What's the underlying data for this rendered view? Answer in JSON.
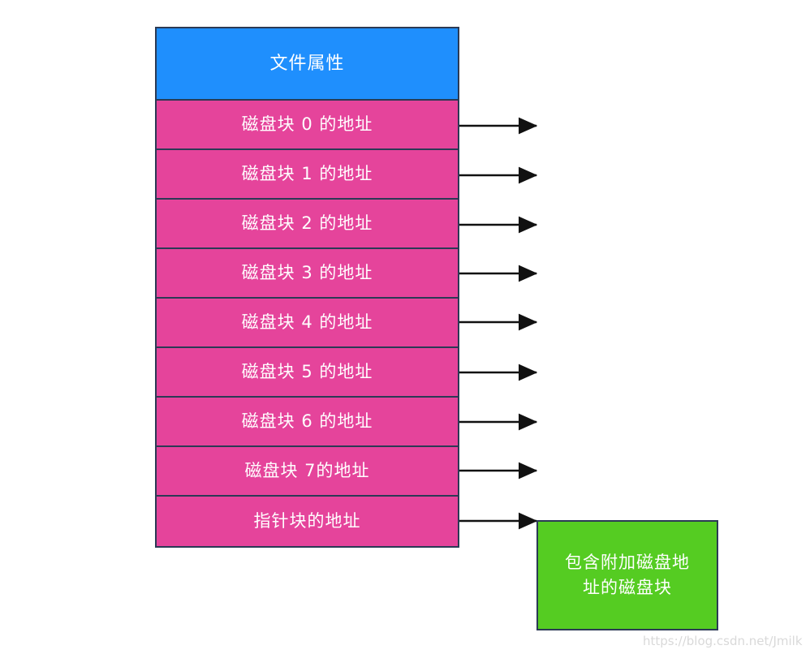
{
  "diagram": {
    "title": "文件属性",
    "inode_table": {
      "header": {
        "label": "文件属性",
        "fill": "#1f8ffd",
        "text_color": "#ffffff"
      },
      "rows": [
        {
          "label": "磁盘块 0 的地址"
        },
        {
          "label": "磁盘块 1 的地址"
        },
        {
          "label": "磁盘块 2 的地址"
        },
        {
          "label": "磁盘块 3 的地址"
        },
        {
          "label": "磁盘块 4 的地址"
        },
        {
          "label": "磁盘块 5 的地址"
        },
        {
          "label": "磁盘块 6 的地址"
        },
        {
          "label": "磁盘块 7的地址"
        },
        {
          "label": "指针块的地址"
        }
      ],
      "row_fill": "#e5449b",
      "border_color": "#2b3a55"
    },
    "indirect_block": {
      "label": "包含附加磁盘地\n址的磁盘块",
      "fill": "#55cc22",
      "text_color": "#ffffff"
    },
    "arrows": {
      "count": 9,
      "color": "#111111"
    }
  },
  "watermark": {
    "text": "https://blog.csdn.net/Jmilk",
    "color": "#d9d9d9"
  }
}
